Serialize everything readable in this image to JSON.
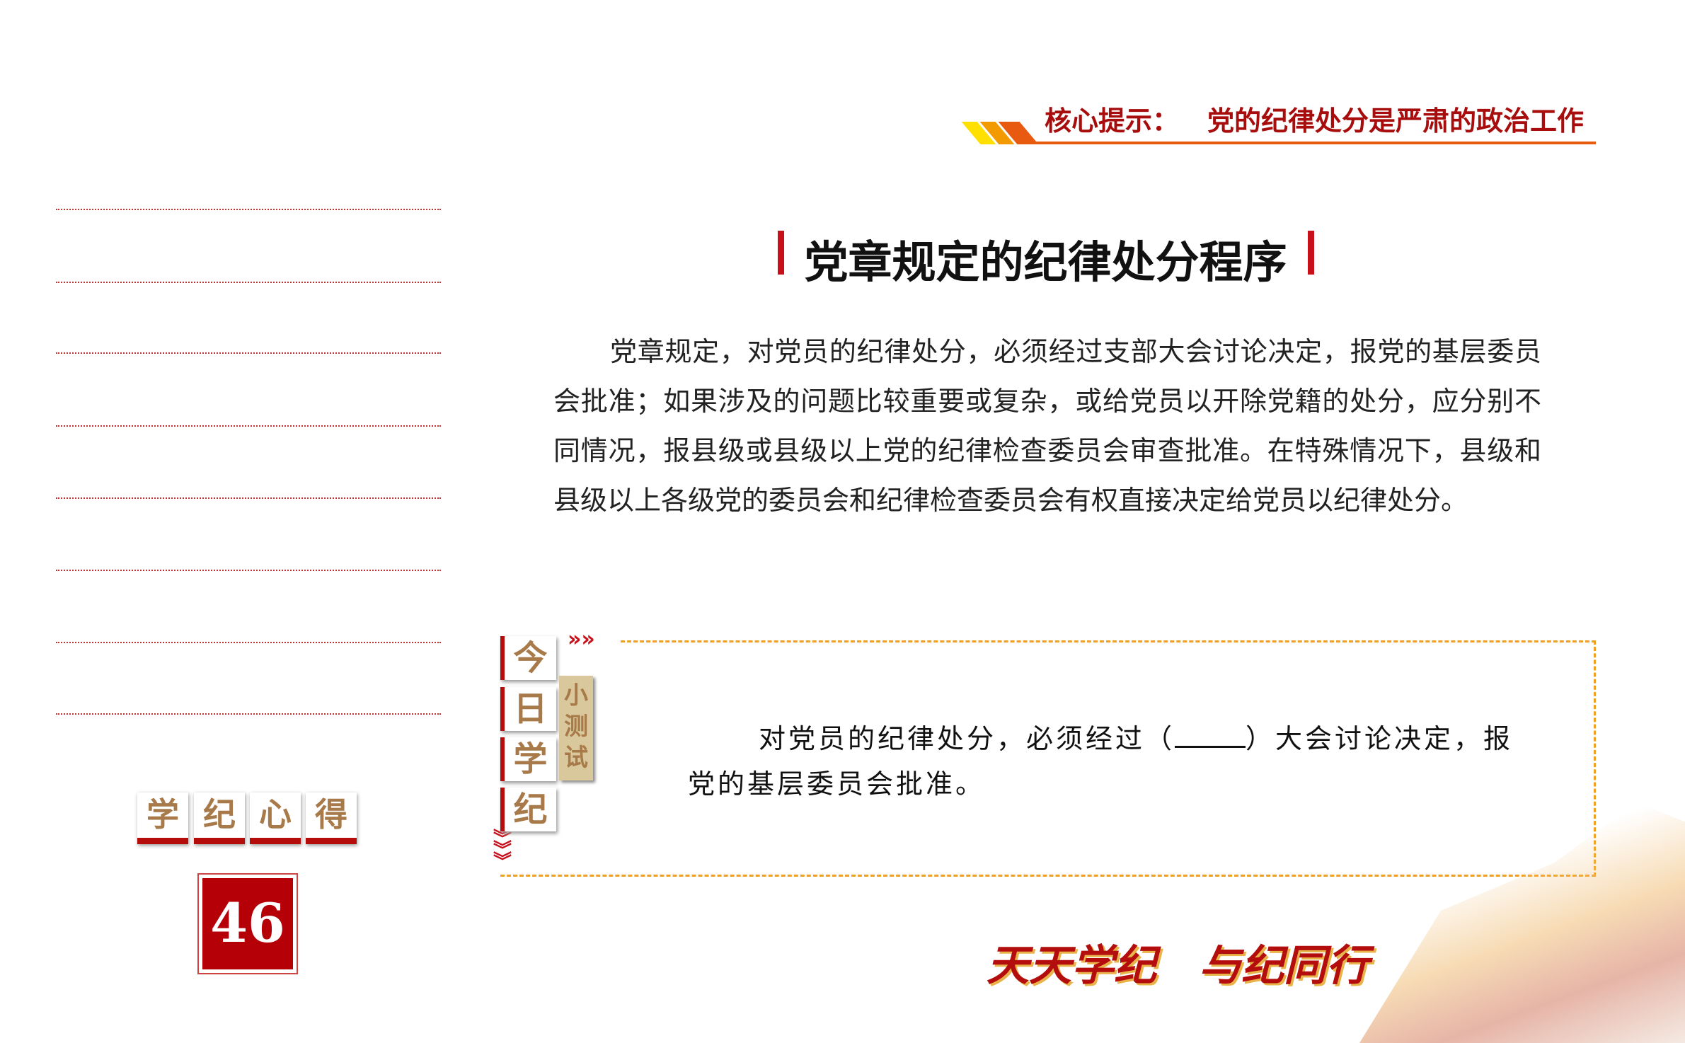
{
  "header": {
    "label": "核心提示：",
    "tip": "党的纪律处分是严肃的政治工作"
  },
  "section_title": "党章规定的纪律处分程序",
  "body_text": "党章规定，对党员的纪律处分，必须经过支部大会讨论决定，报党的基层委员会批准；如果涉及的问题比较重要或复杂，或给党员以开除党籍的处分，应分别不同情况，报县级或县级以上党的纪律检查委员会审查批准。在特殊情况下，县级和县级以上各级党的委员会和纪律检查委员会有权直接决定给党员以纪律处分。",
  "quiz": {
    "tiles": [
      "今",
      "日",
      "学",
      "纪"
    ],
    "side_label": "小测试",
    "question_part1": "对党员的纪律处分，必须经过（",
    "question_part2": "）大会讨论决定，报党的基层委员会批准。"
  },
  "notes": {
    "tiles": [
      "学",
      "纪",
      "心",
      "得"
    ]
  },
  "page_number": "46",
  "slogan": "天天学纪　与纪同行",
  "colors": {
    "red": "#b50c0c",
    "orange": "#e85a10",
    "gold": "#a87a4a",
    "dash": "#f0a020"
  }
}
